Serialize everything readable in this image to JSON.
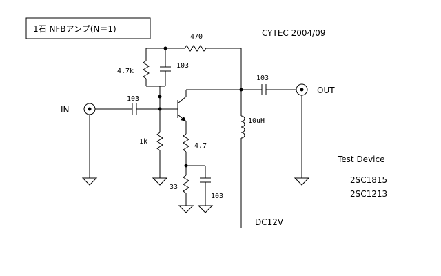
{
  "title": "1石  NFBアンプ(N＝1)",
  "credit": "CYTEC 2004/09",
  "ports": {
    "in": "IN",
    "out": "OUT"
  },
  "components": {
    "r_feedback": "470",
    "r_bias_top": "4.7k",
    "c_bias_top": "103",
    "c_input": "103",
    "r_bias_bottom": "1k",
    "r_emitter": "4.7",
    "r_emitter2": "33",
    "c_emitter": "103",
    "c_output": "103",
    "inductor": "10uH"
  },
  "supply": "DC12V",
  "test_device": {
    "heading": "Test Device",
    "parts": [
      "2SC1815",
      "2SC1213"
    ]
  }
}
